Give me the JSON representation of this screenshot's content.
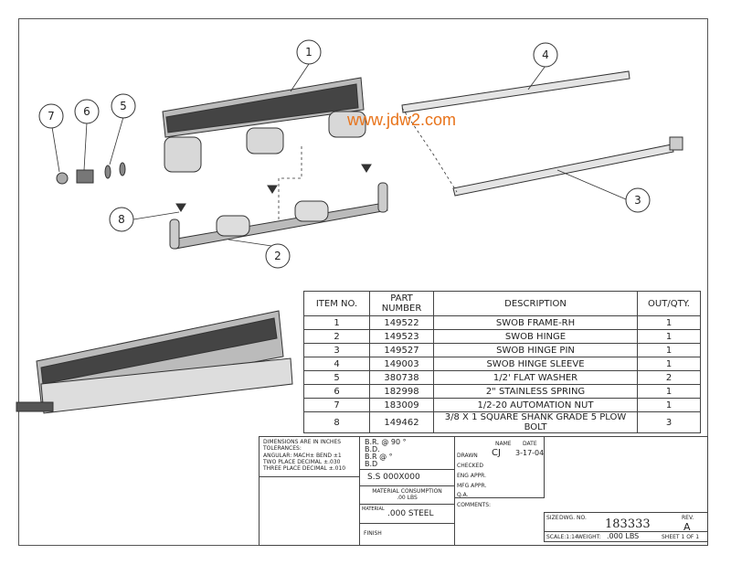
{
  "watermark": "www.jdw2.com",
  "balloons": [
    {
      "n": "1"
    },
    {
      "n": "2"
    },
    {
      "n": "3"
    },
    {
      "n": "4"
    },
    {
      "n": "5"
    },
    {
      "n": "6"
    },
    {
      "n": "7"
    },
    {
      "n": "8"
    }
  ],
  "bom": {
    "headers": [
      "ITEM NO.",
      "PART NUMBER",
      "DESCRIPTION",
      "OUT/QTY."
    ],
    "rows": [
      [
        "1",
        "149522",
        "SWOB FRAME-RH",
        "1"
      ],
      [
        "2",
        "149523",
        "SWOB HINGE",
        "1"
      ],
      [
        "3",
        "149527",
        "SWOB HINGE PIN",
        "1"
      ],
      [
        "4",
        "149003",
        "SWOB HINGE SLEEVE",
        "1"
      ],
      [
        "5",
        "380738",
        "1/2' FLAT WASHER",
        "2"
      ],
      [
        "6",
        "182998",
        "2\" STAINLESS SPRING",
        "1"
      ],
      [
        "7",
        "183009",
        "1/2-20 AUTOMATION NUT",
        "1"
      ],
      [
        "8",
        "149462",
        "3/8 X 1 SQUARE SHANK GRADE 5 PLOW BOLT",
        "3"
      ]
    ]
  },
  "title_block": {
    "tol1": "DIMENSIONS ARE IN INCHES",
    "tol2": "TOLERANCES:",
    "tol3": "ANGULAR: MACH±   BEND ±1",
    "tol4": "TWO PLACE DECIMAL   ±.030",
    "tol5": "THREE PLACE DECIMAL  ±.010",
    "br1": "B.R. @ 90   °",
    "br2": "B.D.",
    "br3": "B.R          @    °",
    "br4": "B.D",
    "ss": "S.S 000X000",
    "mc_label": "MATERIAL CONSUMPTION",
    "mc_value": ".00 LBS",
    "material_label": "MATERIAL",
    "material_value": ".000 STEEL",
    "finish_label": "FINISH",
    "name_h": "NAME",
    "date_h": "DATE",
    "drawn": "DRAWN",
    "drawn_name": "CJ",
    "drawn_date": "3-17-04",
    "checked": "CHECKED",
    "eng": "ENG APPR.",
    "mfg": "MFG APPR.",
    "qa": "Q.A.",
    "comments": "COMMENTS:",
    "size_label": "SIZE",
    "dwg_label": "DWG. NO.",
    "dwg_no": "183333",
    "rev_label": "REV.",
    "rev": "A",
    "scale": "SCALE:1:14",
    "weight_label": "WEIGHT:",
    "weight": ".000 LBS",
    "sheet": "SHEET 1 OF 1"
  }
}
